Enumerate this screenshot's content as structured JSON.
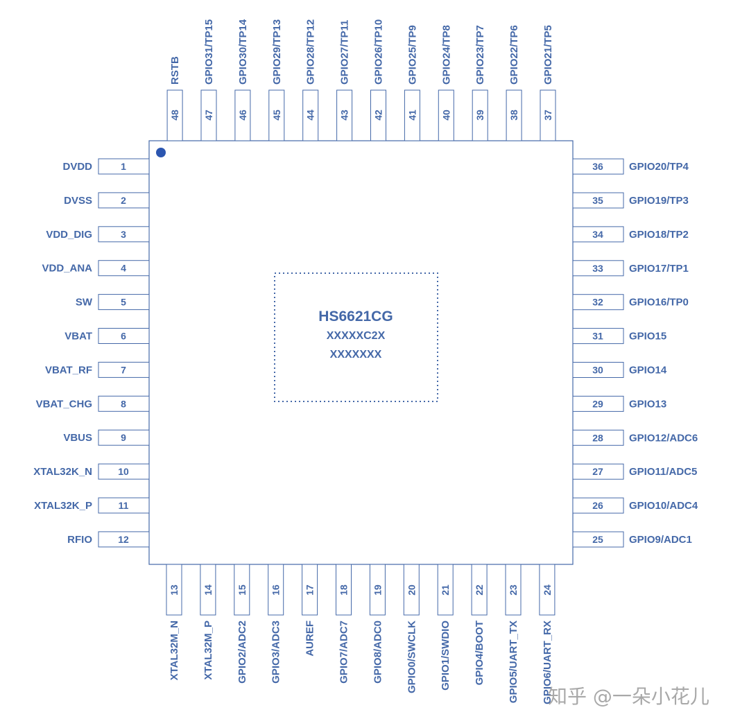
{
  "chip": {
    "part_number": "HS6621CG",
    "marking_line1": "XXXXXC2X",
    "marking_line2": "XXXXXXX"
  },
  "colors": {
    "pin_blue": "#4468a8",
    "pin1_dot": "#2c56b0",
    "watermark": "#9a9a9a"
  },
  "pins": {
    "left": [
      {
        "num": "1",
        "name": "DVDD"
      },
      {
        "num": "2",
        "name": "DVSS"
      },
      {
        "num": "3",
        "name": "VDD_DIG"
      },
      {
        "num": "4",
        "name": "VDD_ANA"
      },
      {
        "num": "5",
        "name": "SW"
      },
      {
        "num": "6",
        "name": "VBAT"
      },
      {
        "num": "7",
        "name": "VBAT_RF"
      },
      {
        "num": "8",
        "name": "VBAT_CHG"
      },
      {
        "num": "9",
        "name": "VBUS"
      },
      {
        "num": "10",
        "name": "XTAL32K_N"
      },
      {
        "num": "11",
        "name": "XTAL32K_P"
      },
      {
        "num": "12",
        "name": "RFIO"
      }
    ],
    "bottom": [
      {
        "num": "13",
        "name": "XTAL32M_N"
      },
      {
        "num": "14",
        "name": "XTAL32M_P"
      },
      {
        "num": "15",
        "name": "GPIO2/ADC2"
      },
      {
        "num": "16",
        "name": "GPIO3/ADC3"
      },
      {
        "num": "17",
        "name": "AUREF"
      },
      {
        "num": "18",
        "name": "GPIO7/ADC7"
      },
      {
        "num": "19",
        "name": "GPIO8/ADC0"
      },
      {
        "num": "20",
        "name": "GPIO0/SWCLK"
      },
      {
        "num": "21",
        "name": "GPIO1/SWDIO"
      },
      {
        "num": "22",
        "name": "GPIO4/BOOT"
      },
      {
        "num": "23",
        "name": "GPIO5/UART_TX"
      },
      {
        "num": "24",
        "name": "GPIO6/UART_RX"
      }
    ],
    "right": [
      {
        "num": "25",
        "name": "GPIO9/ADC1"
      },
      {
        "num": "26",
        "name": "GPIO10/ADC4"
      },
      {
        "num": "27",
        "name": "GPIO11/ADC5"
      },
      {
        "num": "28",
        "name": "GPIO12/ADC6"
      },
      {
        "num": "29",
        "name": "GPIO13"
      },
      {
        "num": "30",
        "name": "GPIO14"
      },
      {
        "num": "31",
        "name": "GPIO15"
      },
      {
        "num": "32",
        "name": "GPIO16/TP0"
      },
      {
        "num": "33",
        "name": "GPIO17/TP1"
      },
      {
        "num": "34",
        "name": "GPIO18/TP2"
      },
      {
        "num": "35",
        "name": "GPIO19/TP3"
      },
      {
        "num": "36",
        "name": "GPIO20/TP4"
      }
    ],
    "top": [
      {
        "num": "37",
        "name": "GPIO21/TP5"
      },
      {
        "num": "38",
        "name": "GPIO22/TP6"
      },
      {
        "num": "39",
        "name": "GPIO23/TP7"
      },
      {
        "num": "40",
        "name": "GPIO24/TP8"
      },
      {
        "num": "41",
        "name": "GPIO25/TP9"
      },
      {
        "num": "42",
        "name": "GPIO26/TP10"
      },
      {
        "num": "43",
        "name": "GPIO27/TP11"
      },
      {
        "num": "44",
        "name": "GPIO28/TP12"
      },
      {
        "num": "45",
        "name": "GPIO29/TP13"
      },
      {
        "num": "46",
        "name": "GPIO30/TP14"
      },
      {
        "num": "47",
        "name": "GPIO31/TP15"
      },
      {
        "num": "48",
        "name": "RSTB"
      }
    ]
  },
  "watermark": "知乎 @一朵小花儿"
}
